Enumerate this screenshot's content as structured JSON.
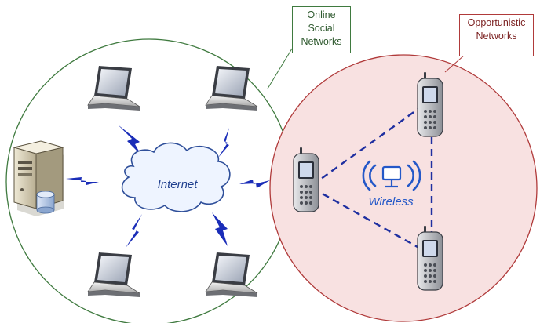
{
  "labels": {
    "online_social_networks": [
      "Online",
      "Social",
      "Networks"
    ],
    "opportunistic_networks": [
      "Opportunistic",
      "Networks"
    ],
    "internet": "Internet",
    "wireless": "Wireless"
  },
  "colors": {
    "osn_circle": "#3f7a3f",
    "opp_circle": "#b03a3a",
    "opp_fill": "#f8e1e1",
    "cloud_fill": "#eef4ff",
    "cloud_stroke": "#2f4f9a",
    "bolt": "#1a2db8",
    "wireless_link": "#1f2fa0",
    "wireless_text": "#2458c8"
  },
  "icons": {
    "server": "server-icon",
    "laptop": "laptop-icon",
    "cloud": "cloud-icon",
    "phone": "mobile-phone-icon",
    "wireless": "wireless-network-icon",
    "link": "lightning-link-icon"
  }
}
